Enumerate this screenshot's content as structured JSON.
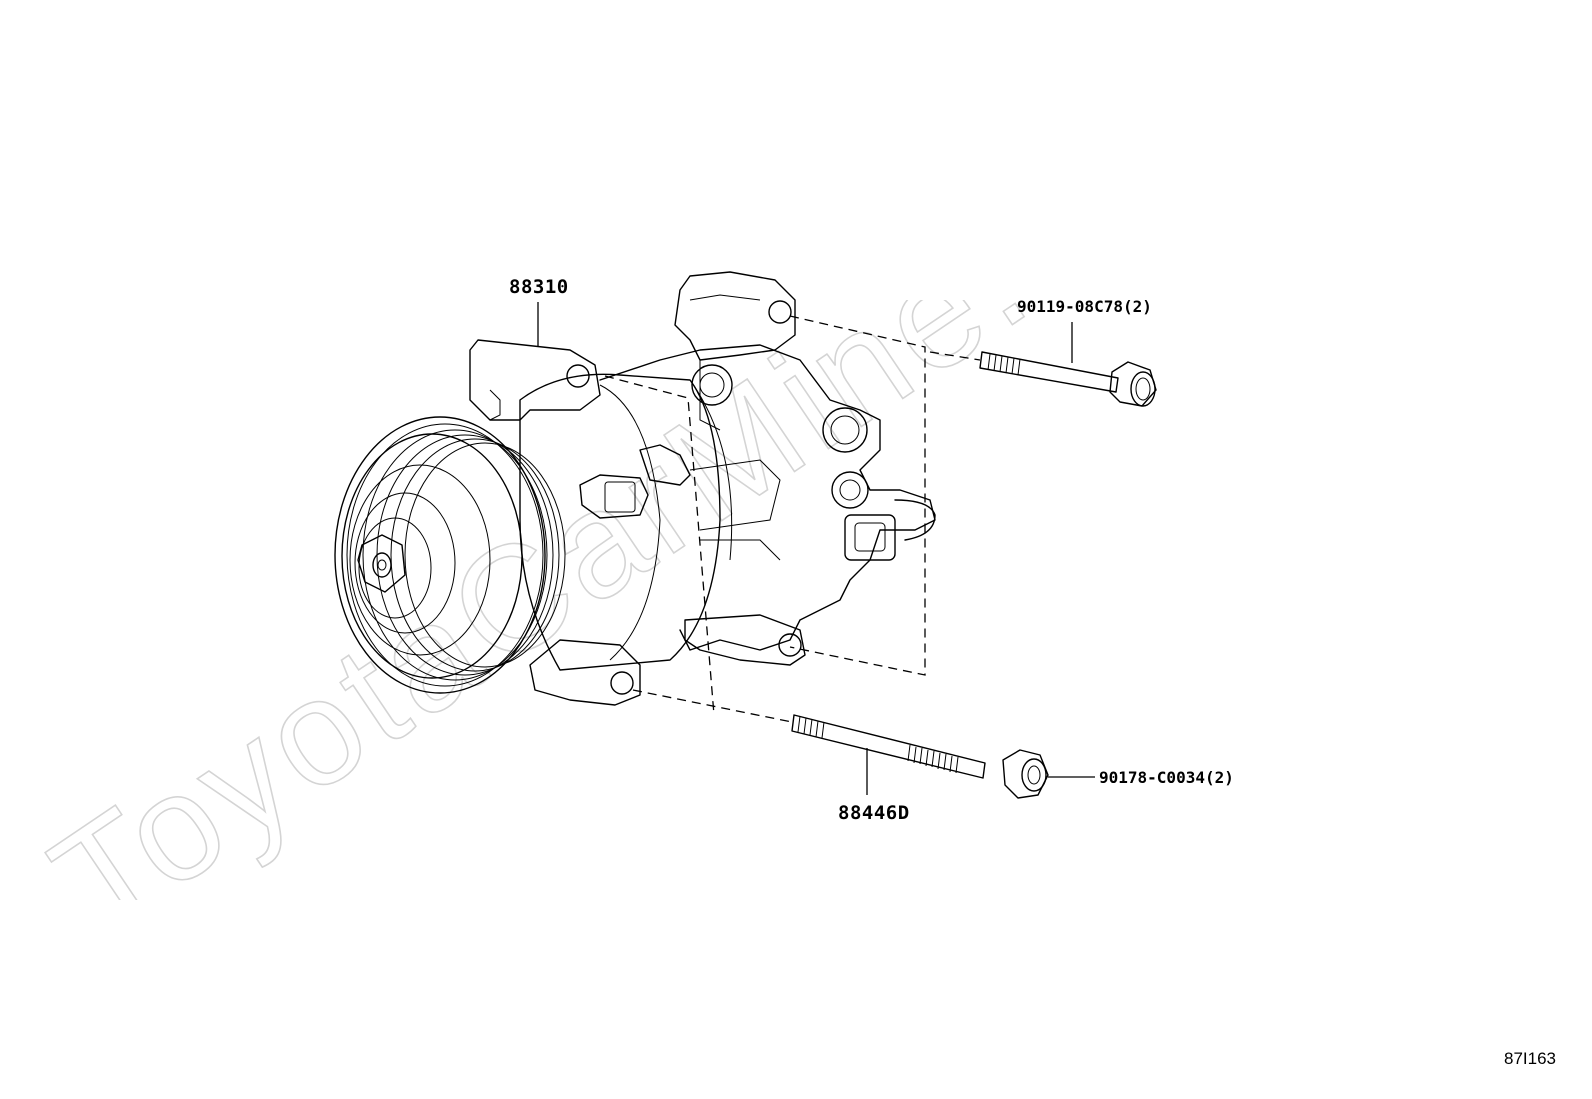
{
  "watermark": "ToyotaCarMine.ru",
  "parts": {
    "compressor": "88310",
    "bolt": "90119-08C78(2)",
    "stud": "88446D",
    "nut": "90178-C0034(2)"
  },
  "diagram_ref": "87I163"
}
